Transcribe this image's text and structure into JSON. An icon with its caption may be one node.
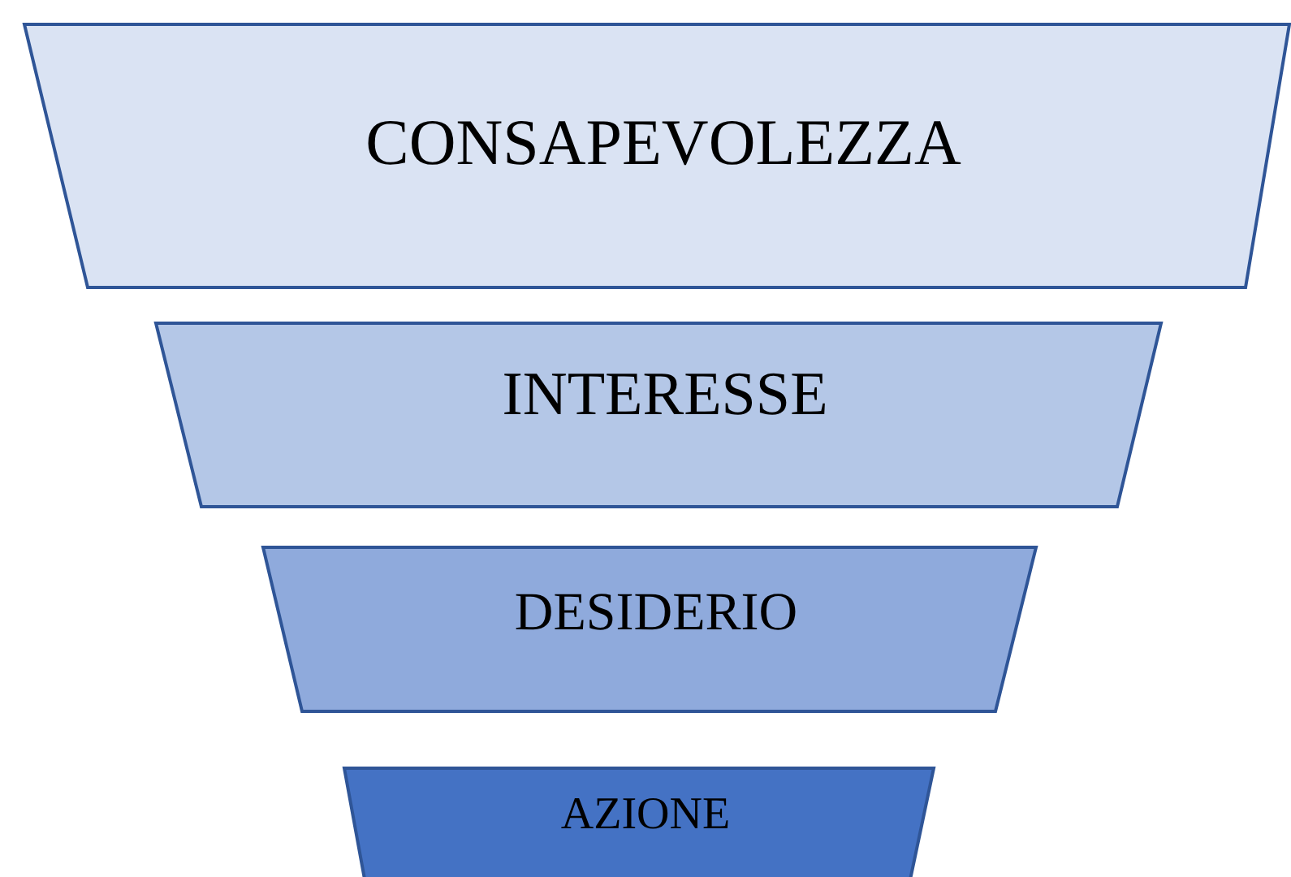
{
  "diagram": {
    "nodes": [
      {
        "text": [
          "CONSAPEVOLEZZA"
        ]
      },
      {
        "text": [
          "INTERESSE"
        ]
      },
      {
        "text": [
          "DESIDERIO"
        ]
      },
      {
        "text": [
          "AZIONE"
        ]
      }
    ]
  }
}
